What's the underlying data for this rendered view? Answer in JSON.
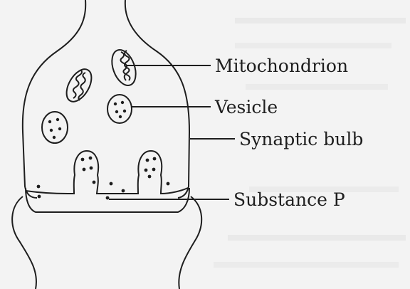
{
  "diagram": {
    "labels": {
      "mitochondrion": "Mitochondrion",
      "vesicle": "Vesicle",
      "synaptic_bulb": "Synaptic bulb",
      "substance_p": "Substance P"
    },
    "colors": {
      "ink": "#1e1e1e",
      "paper": "#f3f3f3"
    }
  }
}
